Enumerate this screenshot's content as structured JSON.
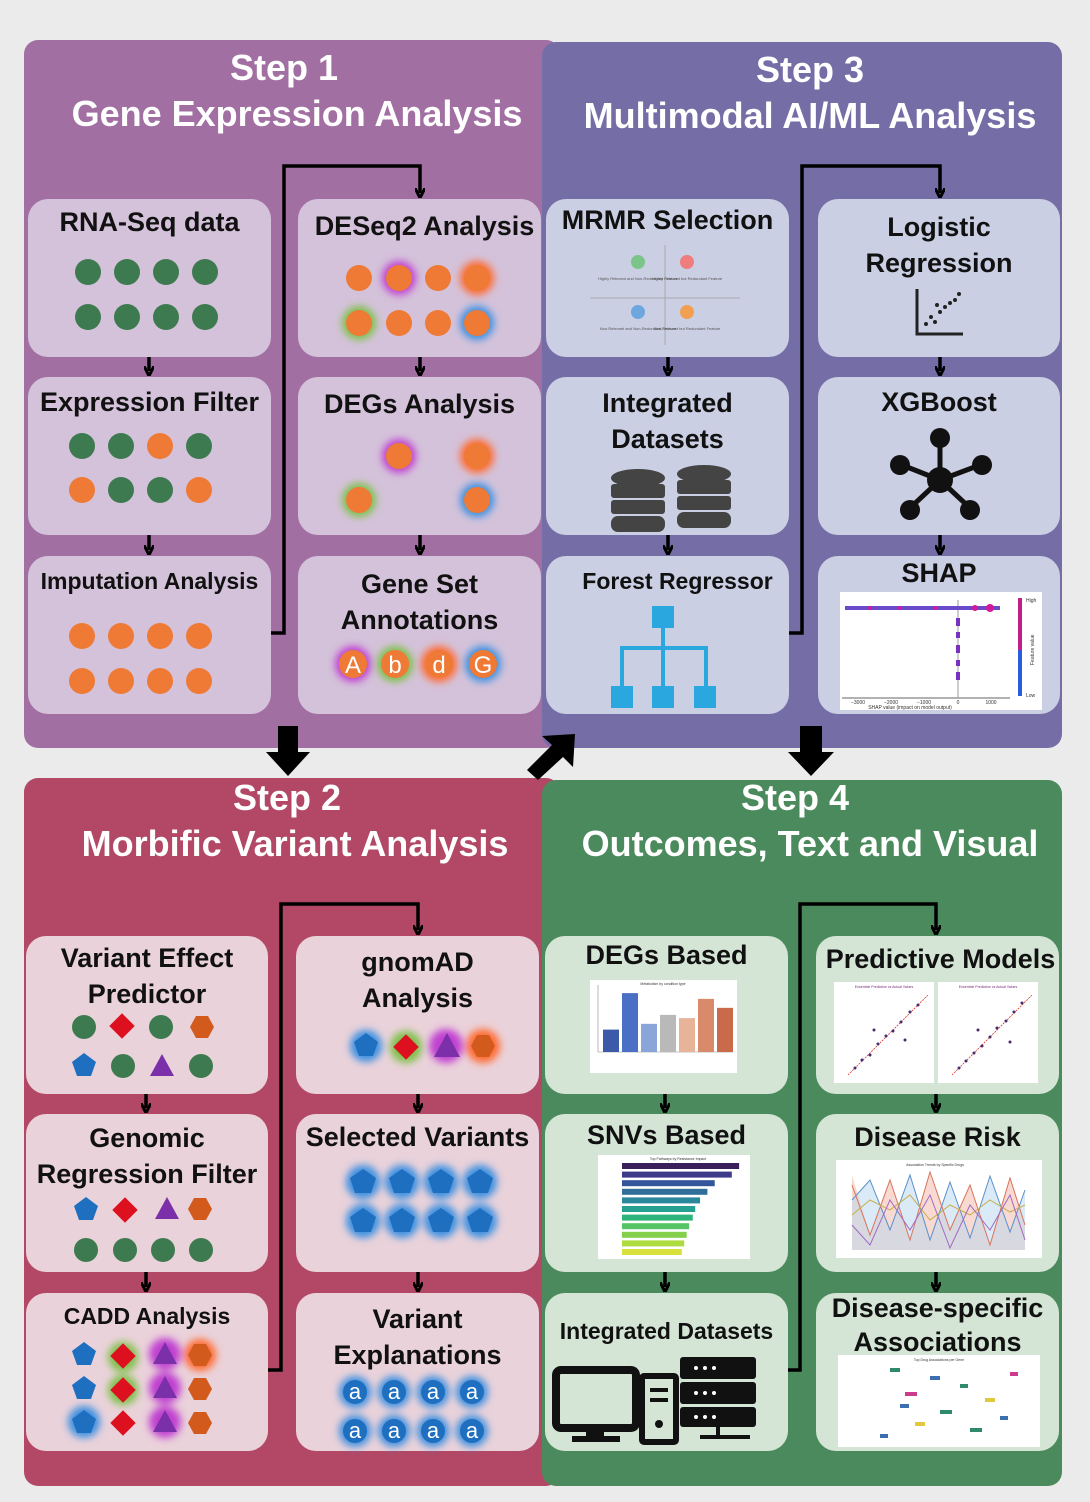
{
  "colors": {
    "step1_panel": "#a26fa3",
    "step2_panel": "#b24865",
    "step3_panel": "#756da6",
    "step4_panel": "#4b8a5c",
    "green_dot": "#3d7a50",
    "orange_dot": "#ee7a35",
    "blue_shape": "#1f6fc1",
    "red_shape": "#dd1020",
    "purple_shape": "#7b2fa8",
    "dark_orange_shape": "#d25a1d",
    "icon_blue": "#2aa7df",
    "icon_dark": "#111111"
  },
  "step1": {
    "title_line1": "Step 1",
    "title_line2": "Gene Expression Analysis",
    "boxes": {
      "rnaseq": "RNA-Seq data",
      "expression_filter": "Expression Filter",
      "imputation": "Imputation Analysis",
      "deseq2": "DESeq2 Analysis",
      "degs": "DEGs Analysis",
      "gene_set": "Gene Set Annotations"
    },
    "gene_letters": [
      "A",
      "b",
      "d",
      "G"
    ]
  },
  "step2": {
    "title_line1": "Step 2",
    "title_line2": "Morbific Variant Analysis",
    "boxes": {
      "vep": "Variant Effect Predictor",
      "genomic_regression": "Genomic Regression Filter",
      "cadd": "CADD Analysis",
      "gnomad": "gnomAD Analysis",
      "selected_variants": "Selected Variants",
      "variant_explanations": "Variant Explanations"
    },
    "variant_letter": "a"
  },
  "step3": {
    "title_line1": "Step 3",
    "title_line2": "Multimodal AI/ML Analysis",
    "boxes": {
      "mrmr": "MRMR Selection",
      "integrated": "Integrated Datasets",
      "forest": "Forest Regressor",
      "logistic": "Logistic Regression",
      "xgboost": "XGBoost",
      "shap": "SHAP"
    },
    "mrmr_quadrants": [
      "Highly Relevant and Non-Redundant Feature",
      "Highly Relevant but Redundant Feature",
      "Non-Relevant and Non-Redundant Feature",
      "Non-Relevant but Redundant Feature"
    ],
    "shap_plot": {
      "xlabel": "SHAP value (impact on model output)",
      "colorbar_label": "Feature value",
      "high": "High",
      "low": "Low",
      "ticks": [
        "−3000",
        "−2000",
        "−1000",
        "0",
        "1000"
      ]
    }
  },
  "step4": {
    "title_line1": "Step 4",
    "title_line2": "Outcomes, Text and Visual",
    "boxes": {
      "degs_based": "DEGs Based",
      "snvs_based": "SNVs Based",
      "integrated": "Integrated Datasets",
      "predictive": "Predictive Models",
      "disease_risk": "Disease Risk",
      "disease_specific": "Disease-specific Associations"
    },
    "thumbnails": {
      "degs_chart_title": "Metabolism by condition type",
      "snvs_chart_title": "Top Pathways by Resistance Impact",
      "predictive_left_title": "Ensemble Prediction vs Actual Values",
      "predictive_right_title": "Ensemble Prediction vs Actual Values",
      "disease_risk_title": "Association Trends by Specific Drugs",
      "disease_specific_title": "Top Drug Associations per Gene"
    }
  },
  "chart_data": [
    {
      "type": "bar",
      "title": "Metabolism by condition type",
      "categories": [
        "1",
        "2",
        "3",
        "4",
        "5",
        "6",
        "7"
      ],
      "values": [
        0.35,
        0.92,
        0.44,
        0.58,
        0.53,
        0.83,
        0.69
      ]
    },
    {
      "type": "bar",
      "title": "Top Pathways by Resistance Impact",
      "orientation": "horizontal",
      "categories": [
        "1",
        "2",
        "3",
        "4",
        "5",
        "6",
        "7",
        "8",
        "9",
        "10",
        "11"
      ],
      "values": [
        0.96,
        0.9,
        0.76,
        0.7,
        0.64,
        0.6,
        0.58,
        0.55,
        0.53,
        0.51,
        0.49
      ]
    }
  ]
}
